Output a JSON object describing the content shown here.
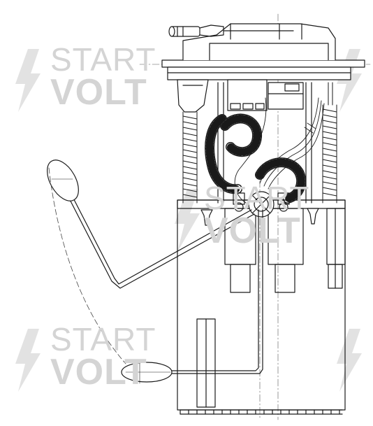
{
  "watermark": {
    "line1": "START",
    "line2": "VOLT",
    "color": "#d4d4d4"
  },
  "diagram": {
    "subject": "fuel pump module with float level sensor arm",
    "line_color": "#1a1a1a",
    "background": "#ffffff"
  }
}
